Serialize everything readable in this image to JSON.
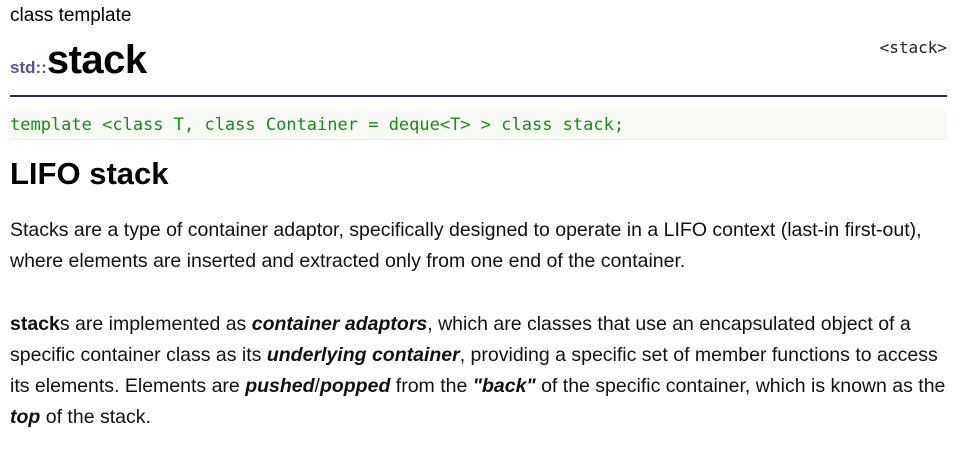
{
  "page": {
    "kind_label": "class template",
    "header_include": "<stack>",
    "namespace": "std",
    "namespace_sep": "::",
    "class_name": "stack",
    "declaration": "template <class T, class Container = deque<T> > class stack;",
    "section_title": "LIFO stack"
  },
  "paragraph1": {
    "text": "Stacks are a type of container adaptor, specifically designed to operate in a LIFO context (last-in first-out), where elements are inserted and extracted only from one end of the container."
  },
  "paragraph2": {
    "s1_bold": "stack",
    "s2": "s are implemented as ",
    "s3_bold_italic": "container adaptors",
    "s4": ", which are classes that use an encapsulated object of a specific container class as its ",
    "s5_bold_italic": "underlying container",
    "s6": ", providing a specific set of member functions to access its elements. Elements are ",
    "s7_bold_italic": "pushed",
    "s8": "/",
    "s9_bold_italic": "popped",
    "s10": " from the ",
    "s11_bold_italic": "\"back\"",
    "s12": " of the specific container, which is known as the ",
    "s13_bold_italic": "top",
    "s14": " of the stack."
  }
}
